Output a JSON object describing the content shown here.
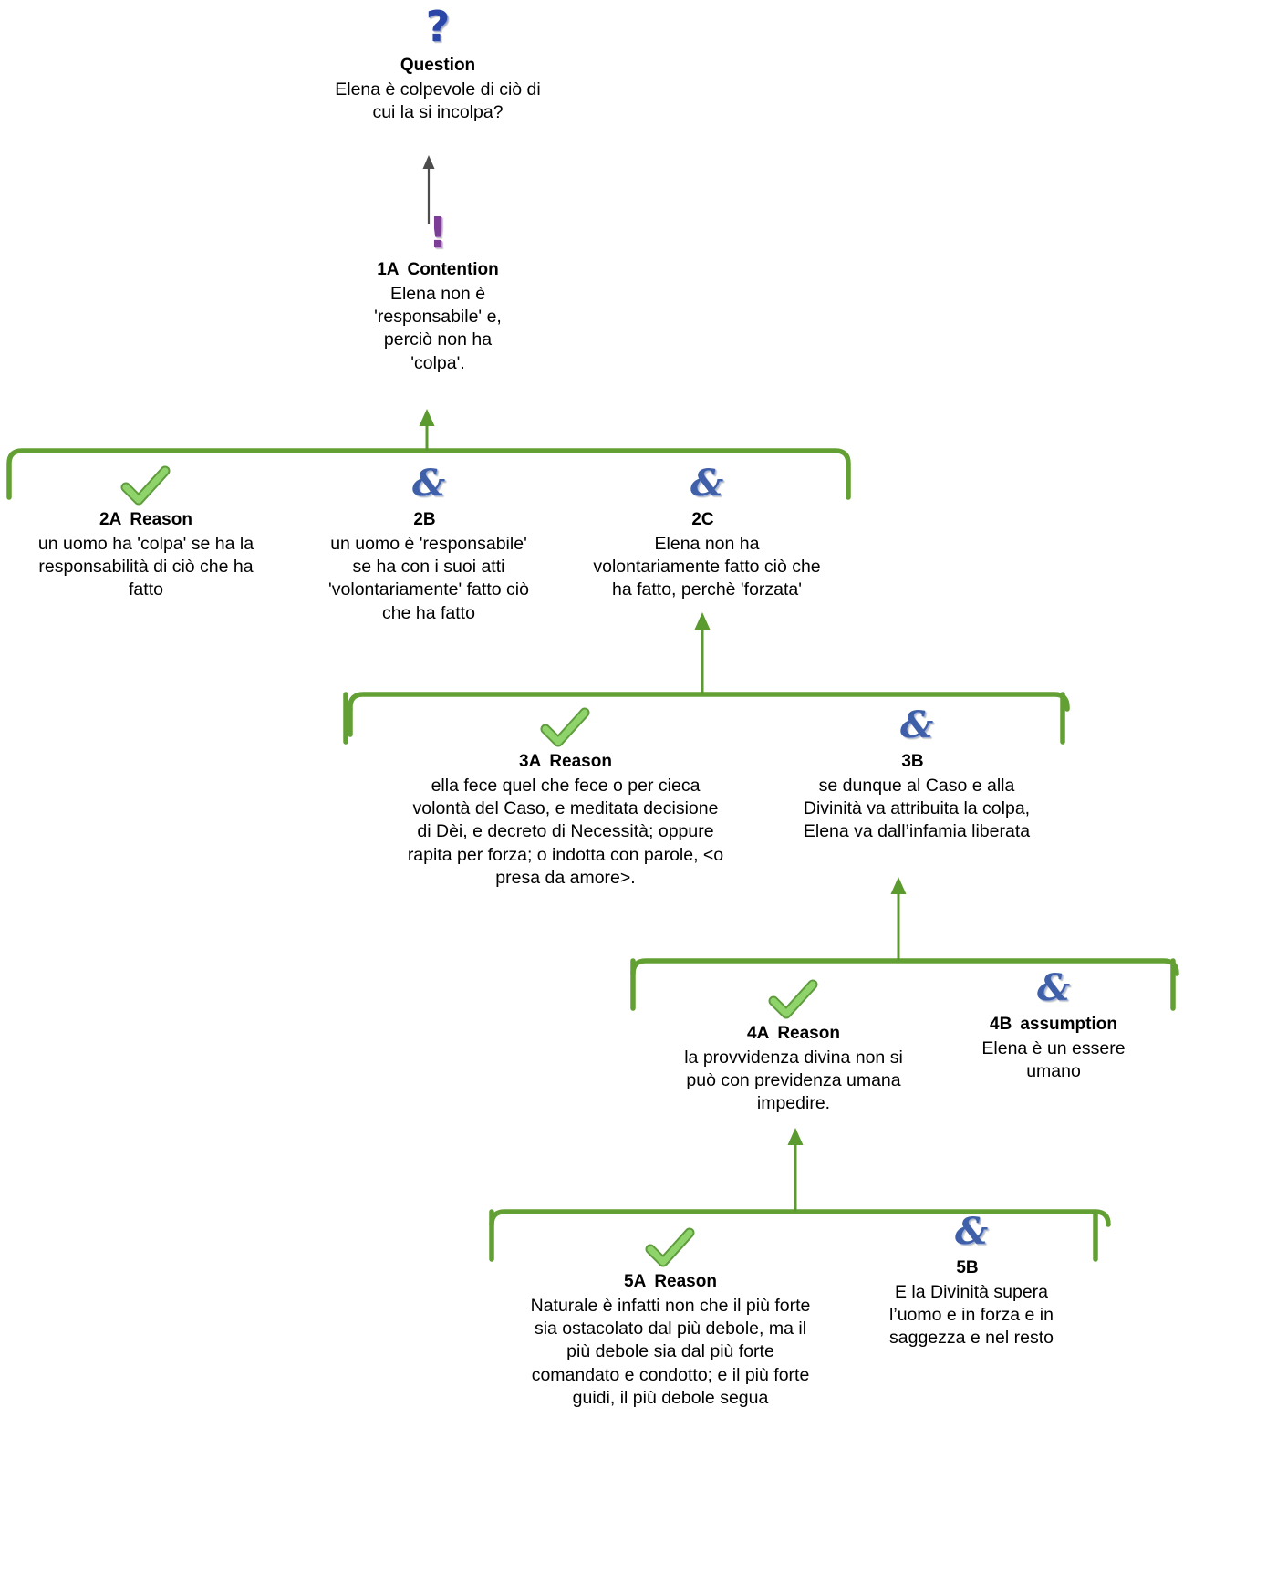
{
  "diagram": {
    "kind": "argument-map",
    "language": "it",
    "colors": {
      "brace_green": "#63a034",
      "arrow_green": "#5b9a2f",
      "arrow_grey": "#4d4d4d",
      "question_blue": "#2a47a8",
      "contention_purple": "#7b3d96",
      "ampersand_blue": "#3f5fa8",
      "check_green": "#7cc15a",
      "text_black": "#000000",
      "background": "#ffffff"
    },
    "icon_names": {
      "question": "question-mark-icon",
      "contention": "exclamation-mark-icon",
      "reason": "green-check-icon",
      "co_premise": "ampersand-icon"
    }
  },
  "nodes": [
    {
      "id": "question",
      "number": "",
      "type_label": "Question",
      "icon": "question-mark-icon",
      "text": "Elena è colpevole di ciò di\ncui la si incolpa?"
    },
    {
      "id": "1A",
      "number": "1A",
      "type_label": "Contention",
      "icon": "exclamation-mark-icon",
      "text": "Elena non è\n'responsabile' e,\nperciò non ha\n'colpa'."
    },
    {
      "id": "2A",
      "number": "2A",
      "type_label": "Reason",
      "icon": "green-check-icon",
      "text": "un uomo ha 'colpa' se ha la\nresponsabilità di ciò che ha\nfatto"
    },
    {
      "id": "2B",
      "number": "2B",
      "type_label": "",
      "icon": "ampersand-icon",
      "text": "un uomo è 'responsabile'\nse ha con i suoi atti\n'volontariamente' fatto ciò\nche ha fatto"
    },
    {
      "id": "2C",
      "number": "2C",
      "type_label": "",
      "icon": "ampersand-icon",
      "text": "Elena non ha\nvolontariamente fatto ciò che\nha fatto, perchè 'forzata'"
    },
    {
      "id": "3A",
      "number": "3A",
      "type_label": "Reason",
      "icon": "green-check-icon",
      "text": "ella fece quel che fece o per cieca\nvolontà del Caso, e meditata decisione\ndi Dèi, e decreto di Necessità; oppure\nrapita per forza; o indotta con parole, <o\npresa da amore>."
    },
    {
      "id": "3B",
      "number": "3B",
      "type_label": "",
      "icon": "ampersand-icon",
      "text": "se dunque al Caso e alla\nDivinità va attribuita la colpa,\nElena va dall’infamia liberata"
    },
    {
      "id": "4A",
      "number": "4A",
      "type_label": "Reason",
      "icon": "green-check-icon",
      "text": "la provvidenza divina non si\npuò con previdenza umana\nimpedire."
    },
    {
      "id": "4B",
      "number": "4B",
      "type_label": "assumption",
      "icon": "ampersand-icon",
      "text": "Elena è un essere\numano"
    },
    {
      "id": "5A",
      "number": "5A",
      "type_label": "Reason",
      "icon": "green-check-icon",
      "text": "Naturale è infatti non che il più forte\nsia ostacolato dal più debole, ma il\npiù debole sia dal più forte\ncomandato e condotto; e il più forte\nguidi, il più debole segua"
    },
    {
      "id": "5B",
      "number": "5B",
      "type_label": "",
      "icon": "ampersand-icon",
      "text": "E la Divinità supera\nl’uomo e in forza e in\nsaggezza e nel resto"
    }
  ],
  "edges": [
    {
      "from": "1A",
      "to": "question",
      "style": "grey-arrow-up"
    },
    {
      "from": "2A+2B+2C",
      "to": "1A",
      "style": "green-brace-arrow-up"
    },
    {
      "from": "3A+3B",
      "to": "2C",
      "style": "green-brace-arrow-up"
    },
    {
      "from": "4A+4B",
      "to": "3B",
      "style": "green-brace-arrow-up"
    },
    {
      "from": "5A+5B",
      "to": "4A",
      "style": "green-brace-arrow-up"
    }
  ]
}
